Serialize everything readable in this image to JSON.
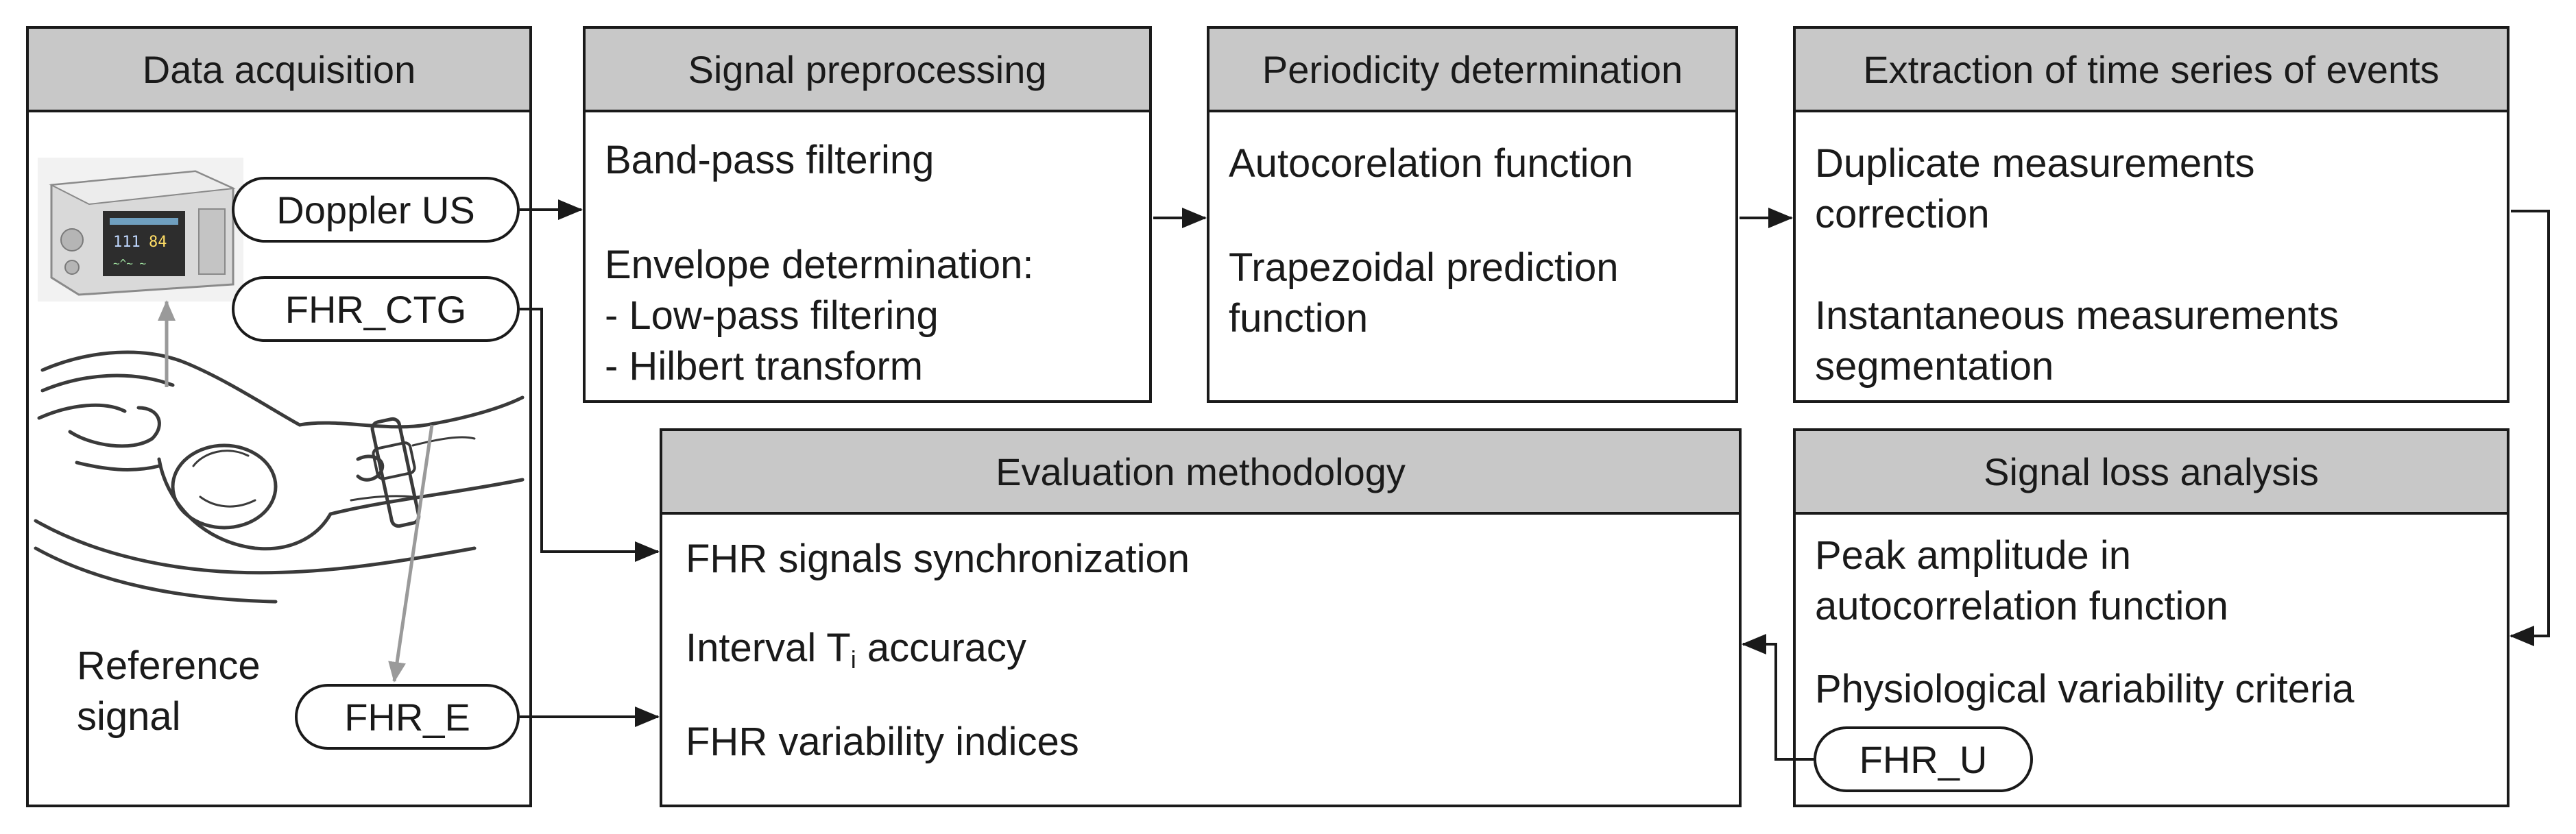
{
  "boxes": {
    "acquisition": {
      "title": "Data acquisition",
      "reference_line1": "Reference",
      "reference_line2": "signal"
    },
    "preprocessing": {
      "title": "Signal preprocessing",
      "items": [
        "Band-pass filtering",
        "Envelope determination:",
        "- Low-pass filtering",
        "- Hilbert transform"
      ]
    },
    "periodicity": {
      "title": "Periodicity determination",
      "items": [
        "Autocorelation function",
        "Trapezoidal prediction",
        "function"
      ]
    },
    "extraction": {
      "title": "Extraction of time series of events",
      "items": [
        "Duplicate measurements",
        "correction",
        "Instantaneous measurements",
        "segmentation"
      ]
    },
    "evaluation": {
      "title": "Evaluation methodology",
      "items": [
        "FHR signals synchronization",
        "accuracy",
        "FHR variability indices"
      ],
      "interval_prefix": "Interval T",
      "interval_subscript": "i"
    },
    "signal_loss": {
      "title": "Signal loss analysis",
      "items": [
        "Peak amplitude in",
        "autocorrelation function",
        "Physiological variability criteria"
      ]
    }
  },
  "signals": {
    "doppler": "Doppler US",
    "fhr_ctg": "FHR_CTG",
    "fhr_e": "FHR_E",
    "fhr_u": "FHR_U"
  },
  "colors": {
    "header_fill": "#c8c8c8",
    "line": "#1a1a1a",
    "reference_arrow": "#9a9a9a"
  }
}
